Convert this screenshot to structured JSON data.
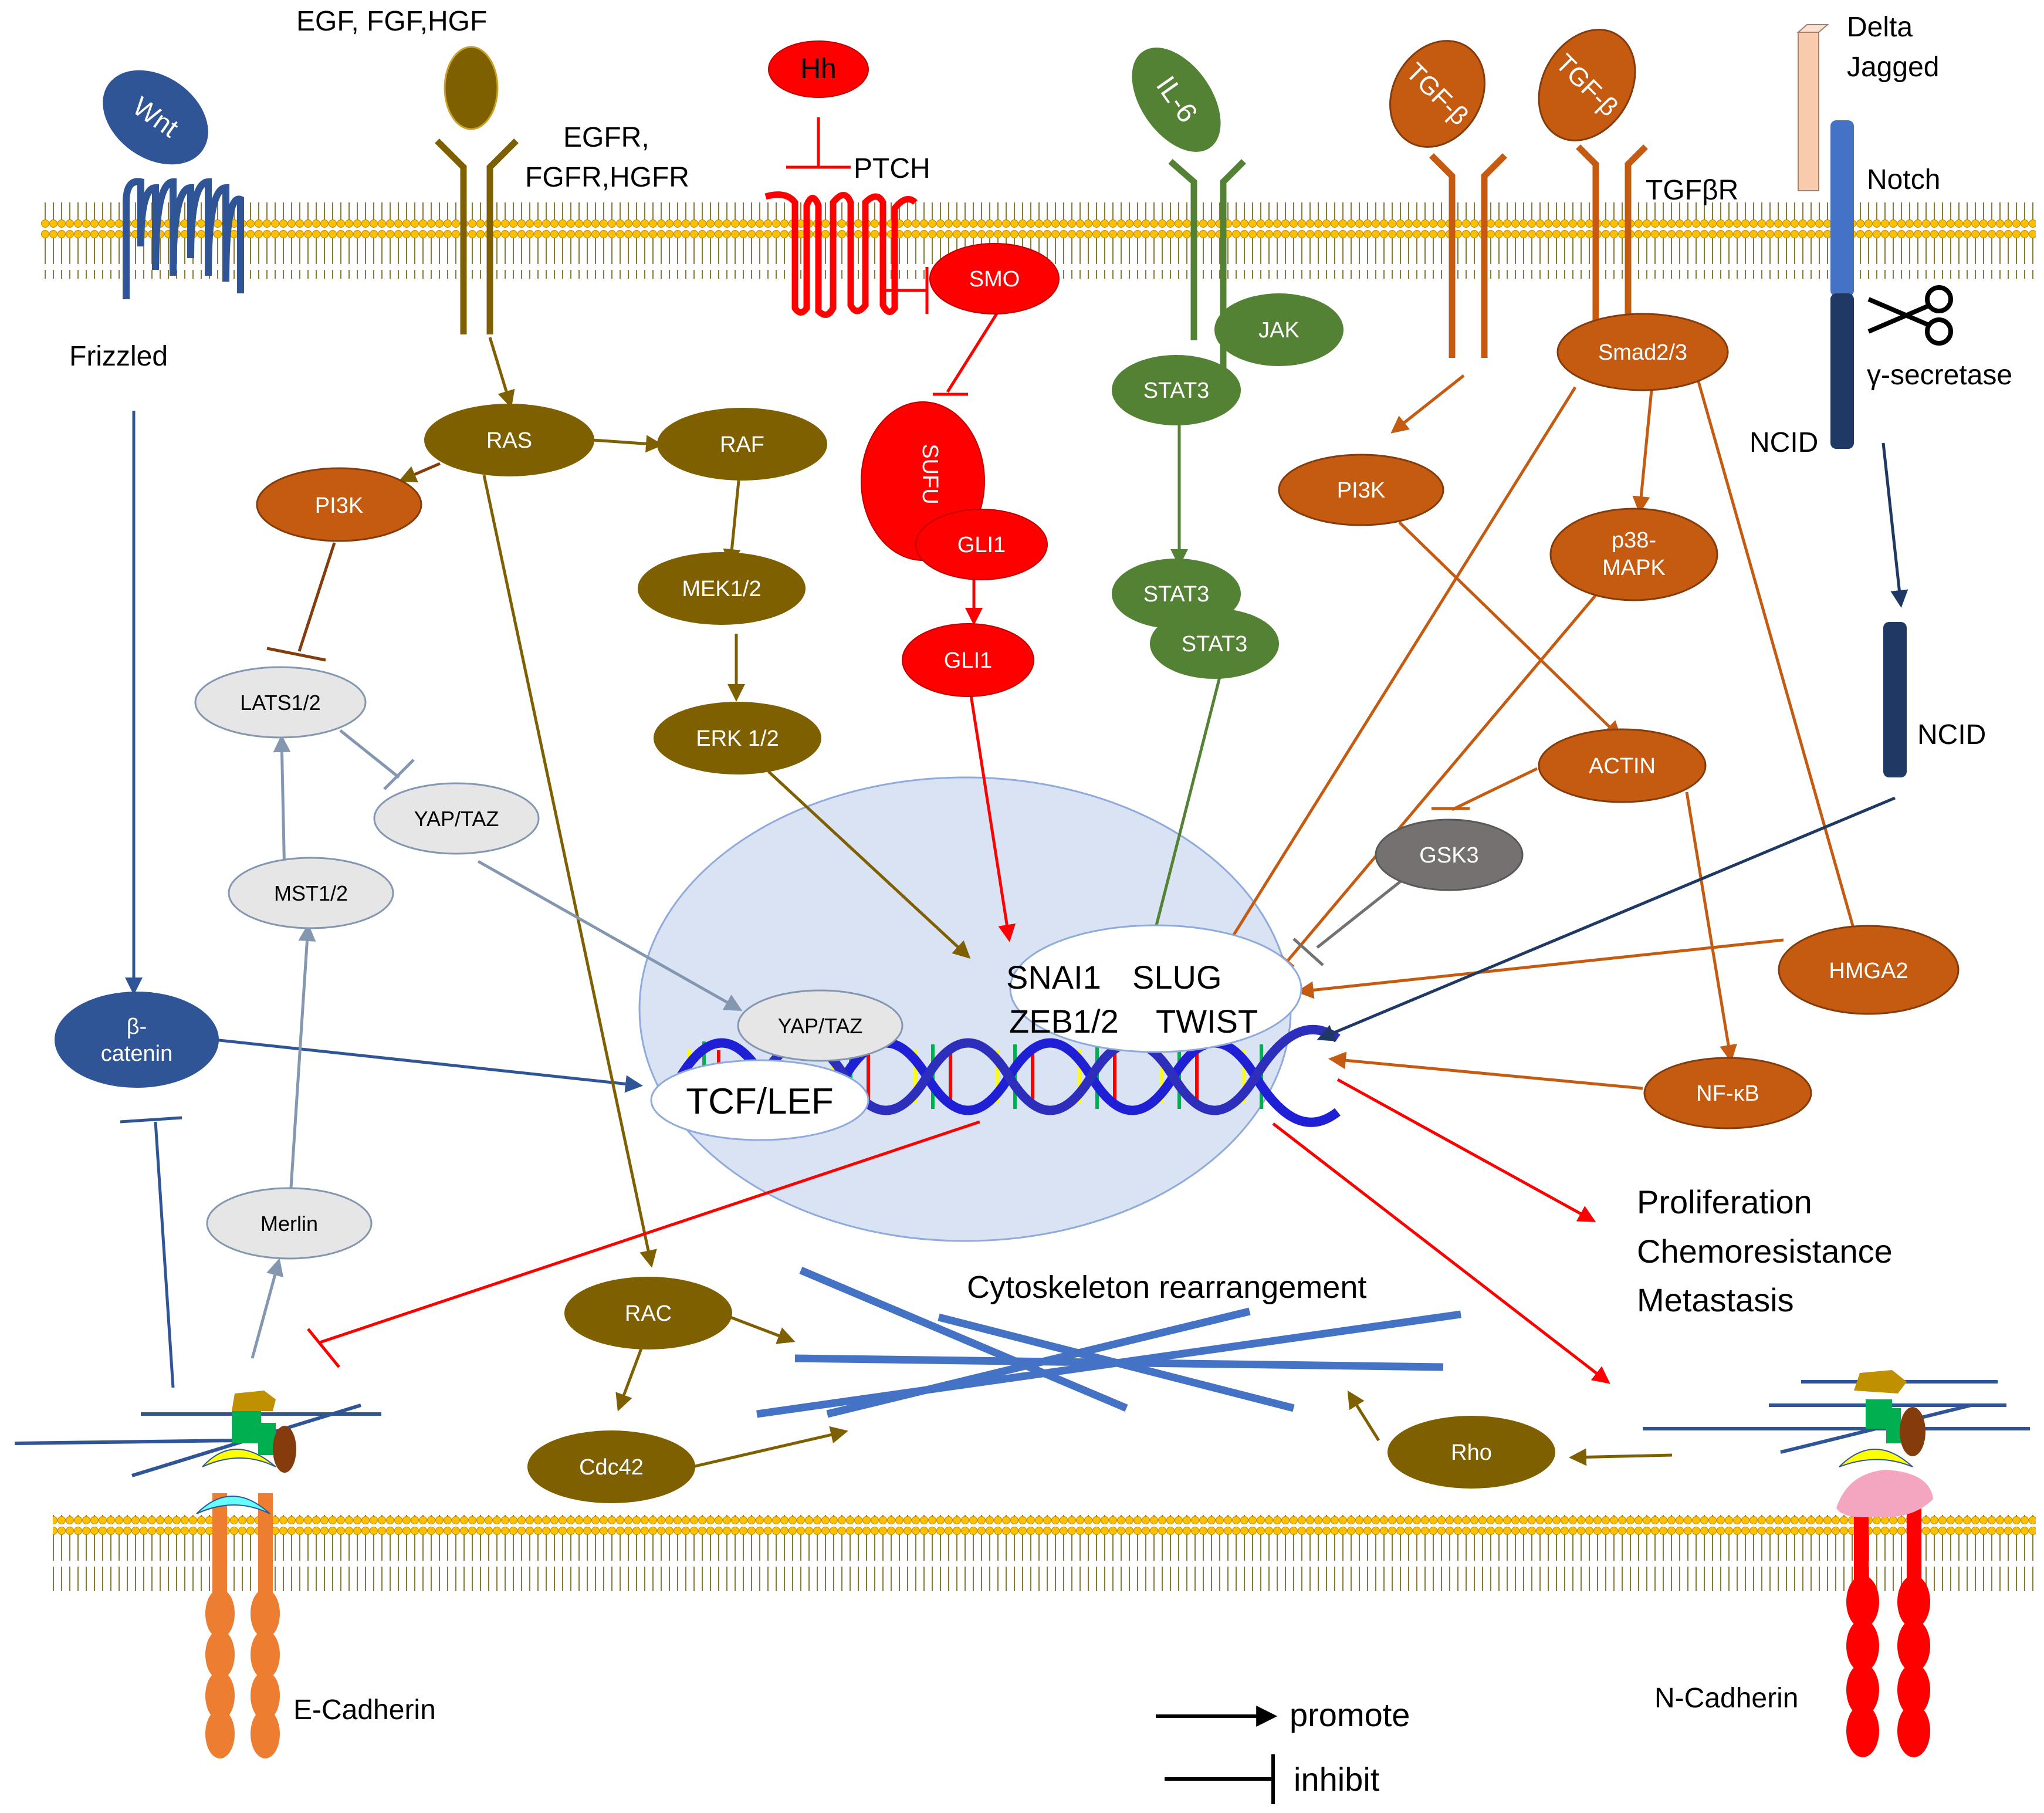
{
  "ligands": {
    "wnt": "Wnt",
    "egf": "EGF, FGF,HGF",
    "hh": "Hh",
    "il6": "IL-6",
    "tgfb1": "TGF-β",
    "tgfb2": "TGF-β",
    "delta": "Delta",
    "jagged": "Jagged"
  },
  "receptors": {
    "frizzled": "Frizzled",
    "egfr1": "EGFR,",
    "egfr2": "FGFR,HGFR",
    "ptch": "PTCH",
    "tgfbr": "TGFβR",
    "notch": "Notch",
    "gamma_secretase": "γ-secretase",
    "ncid1": "NCID",
    "ncid2": "NCID"
  },
  "nodes": {
    "ras": "RAS",
    "raf": "RAF",
    "pi3k_left": "PI3K",
    "mek": "MEK1/2",
    "erk": "ERK 1/2",
    "lats": "LATS1/2",
    "yaptaz_out": "YAP/TAZ",
    "mst": "MST1/2",
    "merlin": "Merlin",
    "bcatenin1": "β-",
    "bcatenin2": "catenin",
    "smo": "SMO",
    "sufu": "SUFU",
    "gli1_a": "GLI1",
    "gli1_b": "GLI1",
    "jak": "JAK",
    "stat3_a": "STAT3",
    "stat3_b": "STAT3",
    "stat3_c": "STAT3",
    "smad": "Smad2/3",
    "pi3k_right": "PI3K",
    "p38_1": "p38-",
    "p38_2": "MAPK",
    "actin": "ACTIN",
    "gsk3": "GSK3",
    "hmga2": "HMGA2",
    "nfkb": "NF-κB",
    "rac": "RAC",
    "cdc42": "Cdc42",
    "rho": "Rho"
  },
  "nucleus": {
    "tf_line1_a": "SNAI1",
    "tf_line1_b": "SLUG",
    "tf_line2_a": "ZEB1/2",
    "tf_line2_b": "TWIST",
    "yaptaz_in": "YAP/TAZ",
    "tcflef": "TCF/LEF"
  },
  "outcomes": {
    "cytoskeleton": "Cytoskeleton rearrangement",
    "proliferation": "Proliferation",
    "chemoresistance": "Chemoresistance",
    "metastasis": "Metastasis"
  },
  "cadherins": {
    "e": "E-Cadherin",
    "n": "N-Cadherin"
  },
  "legend": {
    "promote": "promote",
    "inhibit": "inhibit"
  },
  "colors": {
    "wnt_blue": "#2f5597",
    "egf_brown": "#7f6000",
    "hh_red": "#ff0000",
    "il6_green": "#548235",
    "tgfb_orange": "#c55a11",
    "notch_blue": "#4472c4",
    "notch_dark": "#203864",
    "hippo_grey": "#e7e6e6",
    "gsk3_grey": "#767171",
    "nucleus_fill": "#dae3f3",
    "membrane_gold": "#ffc000"
  }
}
